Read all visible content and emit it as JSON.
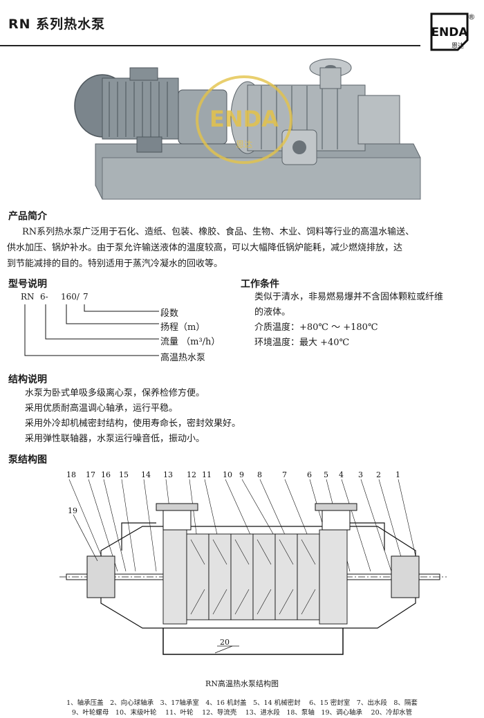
{
  "header": {
    "title": "RN 系列热水泵",
    "logo_text": "ENDA",
    "logo_sub": "恩达",
    "registered": "®"
  },
  "photo": {
    "watermark": "ENDA",
    "watermark_sub": "恩达"
  },
  "intro": {
    "heading": "产品简介",
    "lines": [
      "RN系列热水泵广泛用于石化、造纸、包装、橡胶、食品、生物、木业、饲料等行业的高温水输送、",
      "供水加压、锅炉补水。由于泵允许输送液体的温度较高，可以大幅降低锅炉能耗，减少燃烧排放，达",
      "到节能减排的目的。特别适用于蒸汽冷凝水的回收等。"
    ]
  },
  "model": {
    "heading": "型号说明",
    "code_parts": [
      "RN",
      "6-",
      "160/",
      "7"
    ],
    "labels": [
      "段数",
      "扬程（m）",
      "流量 （m³/h）",
      "高温热水泵"
    ]
  },
  "work": {
    "heading": "工作条件",
    "lines": [
      "类似于清水，非易燃易爆并不含固体颗粒或纤维",
      "的液体。",
      "介质温度：+80℃ ～ +180℃",
      "环境温度：最大 +40℃"
    ]
  },
  "structure": {
    "heading": "结构说明",
    "lines": [
      "水泵为卧式单吸多级离心泵，保养检修方便。",
      "采用优质耐高温调心轴承，运行平稳。",
      "采用外冷却机械密封结构，使用寿命长，密封效果好。",
      "采用弹性联轴器，水泵运行噪音低，振动小。"
    ]
  },
  "diagram": {
    "heading": "泵结构图",
    "callouts": [
      "18",
      "17",
      "16",
      "15",
      "14",
      "13",
      "12",
      "11",
      "10",
      "9",
      "8",
      "7",
      "6",
      "5",
      "4",
      "3",
      "2",
      "1"
    ],
    "side_callout": "19",
    "bottom_callout": "20",
    "caption": "RN高温热水泵结构图",
    "legend_lines": [
      "1、轴承压盖　2、向心球轴承　3、17轴承室　4、16 机封盖　5、14 机械密封　 6、15 密封室　7、出水段　8、隔套",
      "9、叶轮螺母　10、末级叶轮　 11、叶轮　 12、导流壳　 13、进水段　18、泵轴　19、调心轴承　 20、冷却水管"
    ]
  }
}
